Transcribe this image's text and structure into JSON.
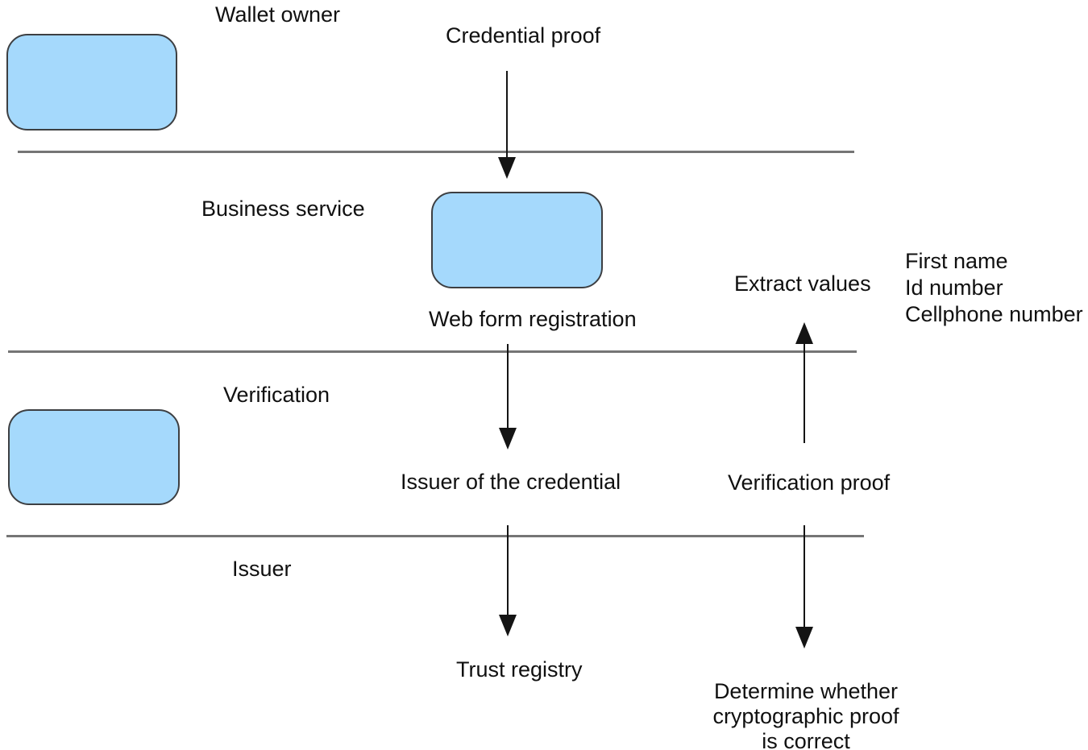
{
  "diagram": {
    "type": "swimlane-flow",
    "lanes": {
      "wallet_owner": "Wallet owner",
      "business_service": "Business service",
      "verification": "Verification",
      "issuer": "Issuer"
    },
    "labels": {
      "credential_proof": "Credential proof",
      "web_form_registration": "Web form registration",
      "extract_values": "Extract values",
      "issuer_of_credential": "Issuer of the credential",
      "verification_proof": "Verification proof",
      "trust_registry": "Trust registry"
    },
    "extracted_values": [
      "First name",
      "Id number",
      "Cellphone number"
    ],
    "determine_lines": [
      "Determine whether",
      "cryptographic proof",
      "is correct"
    ]
  },
  "colors": {
    "background": "#ffffff",
    "node_fill": "#a5d9fc",
    "node_border": "#3d3f42",
    "lane_line": "#757575",
    "arrow": "#141414",
    "text": "#101010"
  }
}
